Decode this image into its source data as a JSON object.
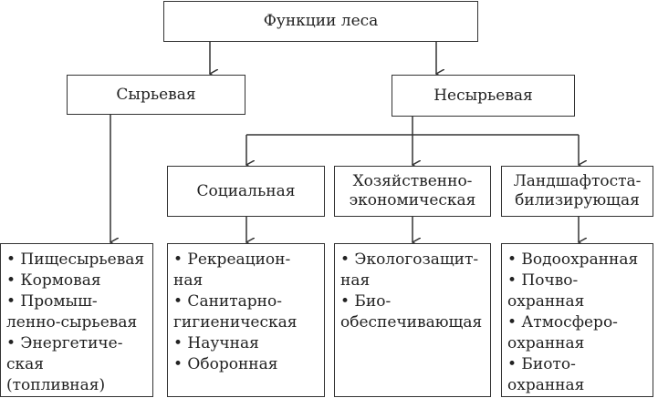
{
  "root": {
    "label": "Функции леса"
  },
  "raw": {
    "label": "Сырьевая"
  },
  "nonraw": {
    "label": "Несырьевая"
  },
  "social": {
    "label": "Социальная"
  },
  "economic": {
    "line1": "Хозяйственно-",
    "line2": "экономическая"
  },
  "landscape": {
    "line1": "Ландшафтоста-",
    "line2": "билизирующая"
  },
  "lists": {
    "raw": [
      "• Пищесырьевая",
      "• Кормовая",
      "• Промыш-",
      "ленно-сырьевая",
      "• Энергетиче-",
      "ская",
      "(топливная)"
    ],
    "social": [
      "• Рекреацион-",
      "ная",
      "• Санитарно-",
      "гигиеническая",
      "• Научная",
      "• Оборонная"
    ],
    "economic": [
      "• Экологозащит-",
      "ная",
      "• Био-",
      "обеспечивающая"
    ],
    "landscape": [
      "• Водоохранная",
      "• Почво-",
      "охранная",
      "• Атмосферо-",
      "охранная",
      "• Биото-",
      "охранная"
    ]
  }
}
